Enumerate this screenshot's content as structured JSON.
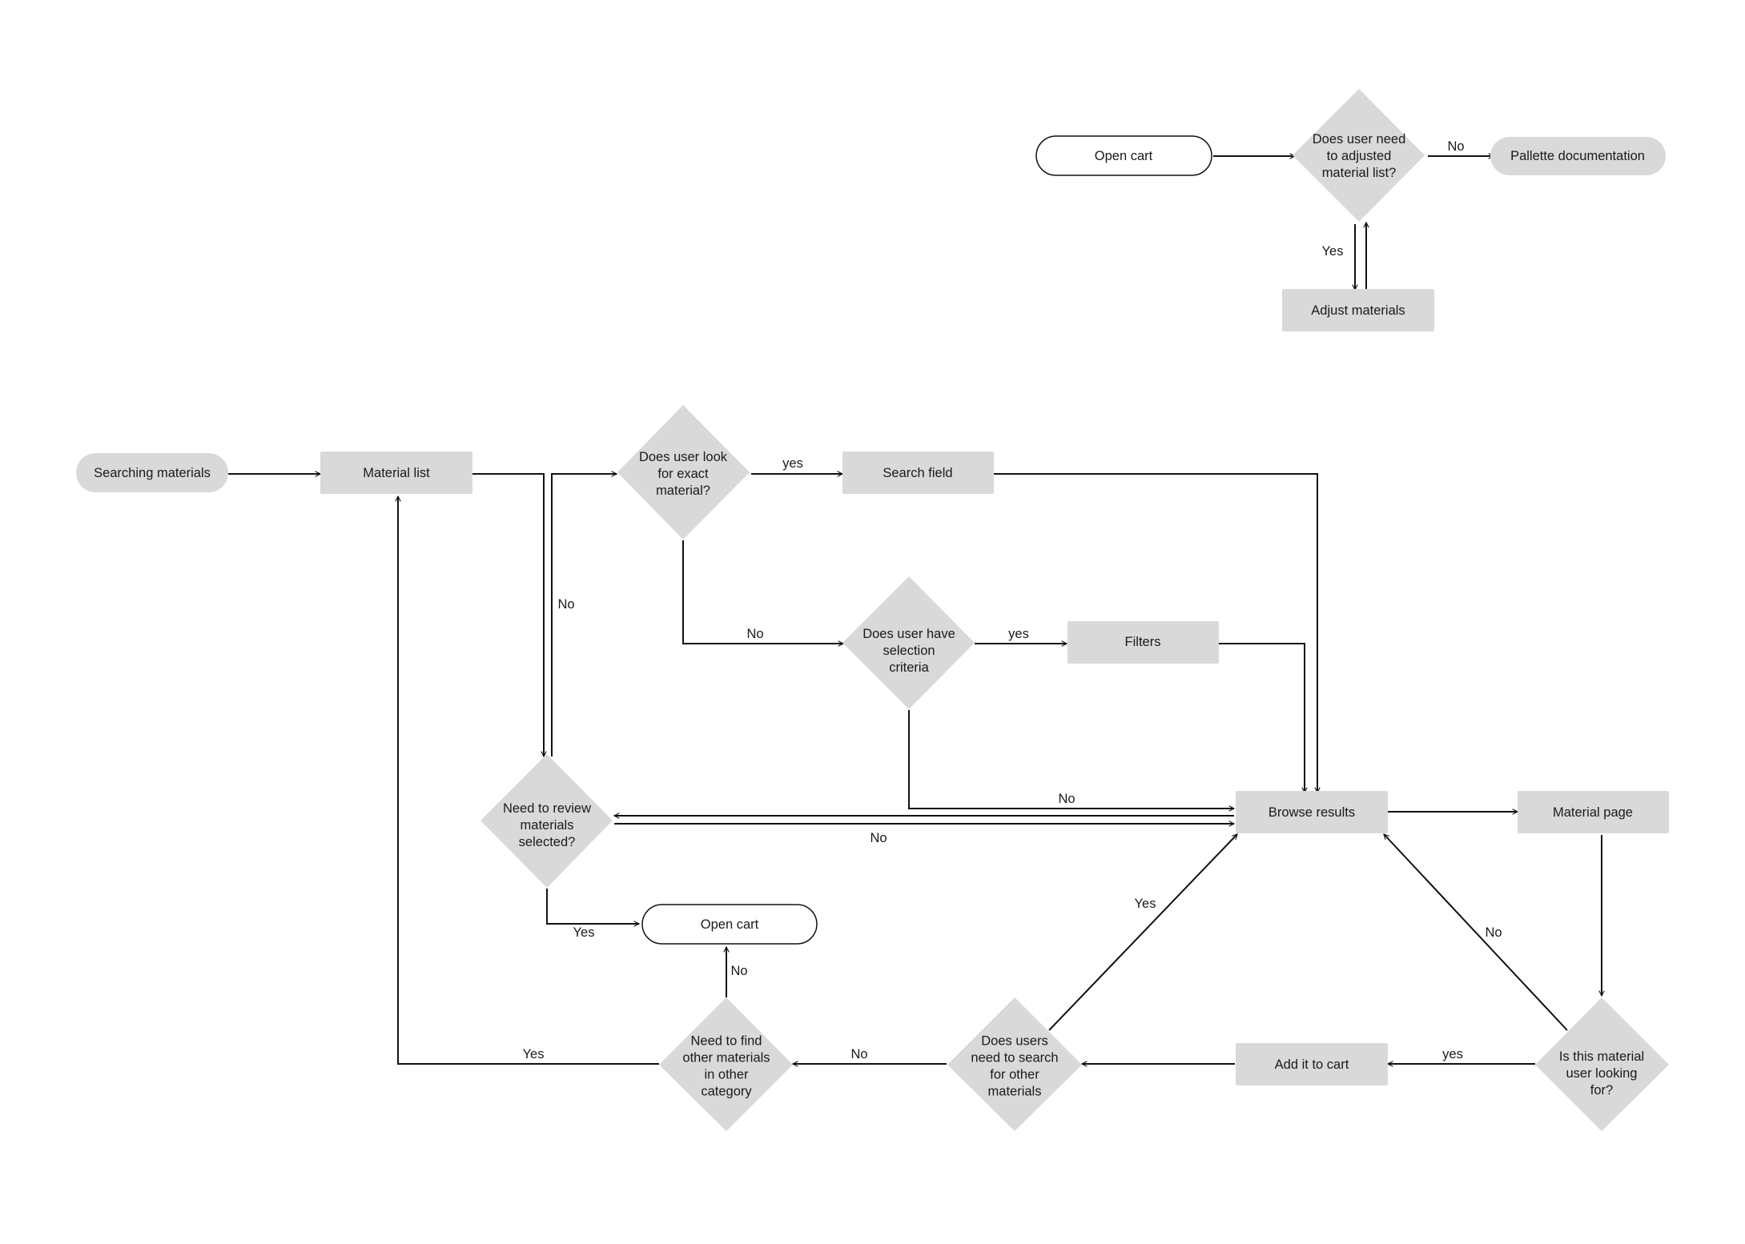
{
  "colors": {
    "node_fill": "#d9d9d9",
    "line": "#111111",
    "text": "#1a1a1a",
    "background": "#ffffff",
    "outline_fill": "#ffffff"
  },
  "nodes": {
    "open_cart_top": {
      "label": "Open cart"
    },
    "need_adjust": {
      "label": [
        "Does user need",
        "to adjusted",
        "material list?"
      ]
    },
    "pallette_doc": {
      "label": "Pallette documentation"
    },
    "adjust_materials": {
      "label": "Adjust materials"
    },
    "searching_materials": {
      "label": "Searching materials"
    },
    "material_list": {
      "label": "Material list"
    },
    "exact_material": {
      "label": [
        "Does user look",
        "for exact",
        "material?"
      ]
    },
    "search_field": {
      "label": "Search field"
    },
    "selection_criteria": {
      "label": [
        "Does user have",
        "selection",
        "criteria"
      ]
    },
    "filters": {
      "label": "Filters"
    },
    "review_selected": {
      "label": [
        "Need to review",
        "materials",
        "selected?"
      ]
    },
    "browse_results": {
      "label": "Browse results"
    },
    "material_page": {
      "label": "Material page"
    },
    "open_cart_bottom": {
      "label": "Open cart"
    },
    "find_other_category": {
      "label": [
        "Need to find",
        "other materials",
        "in other",
        "category"
      ]
    },
    "search_other": {
      "label": [
        "Does users",
        "need to search",
        "for other",
        "materials"
      ]
    },
    "add_to_cart": {
      "label": "Add it to cart"
    },
    "is_this_material": {
      "label": [
        "Is this material",
        "user looking",
        "for?"
      ]
    }
  },
  "edge_labels": {
    "adjust_no": "No",
    "adjust_yes": "Yes",
    "review_no": "No",
    "exact_yes": "yes",
    "exact_no": "No",
    "criteria_yes": "yes",
    "criteria_no": "No",
    "browse_to_review_no": "No",
    "review_yes": "Yes",
    "find_other_no": "No",
    "find_other_yes": "Yes",
    "search_other_no": "No",
    "search_other_yes": "Yes",
    "is_material_yes": "yes",
    "is_material_no": "No"
  }
}
